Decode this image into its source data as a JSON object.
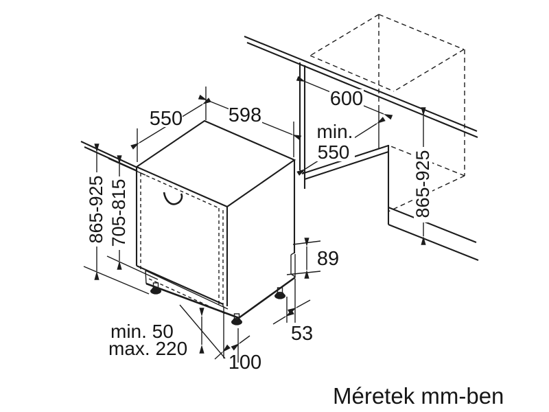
{
  "diagram": {
    "kind": "appliance-installation-dimension-drawing",
    "subject": "built-in dishwasher in kitchen niche",
    "units_caption": "Méretek mm-ben",
    "colors": {
      "line": "#1c1c1c",
      "background": "#ffffff"
    },
    "labels": {
      "top_depth": "550",
      "appliance_width": "598",
      "niche_width": "600",
      "niche_depth_line1": "min.",
      "niche_depth_line2": "550",
      "height_left": "865-925",
      "door_panel_height": "705-815",
      "height_right": "865-925",
      "rear_step": "89",
      "rear_foot_inset": "53",
      "front_foot_inset": "100",
      "plinth_min": "min. 50",
      "plinth_max": "max. 220"
    }
  }
}
